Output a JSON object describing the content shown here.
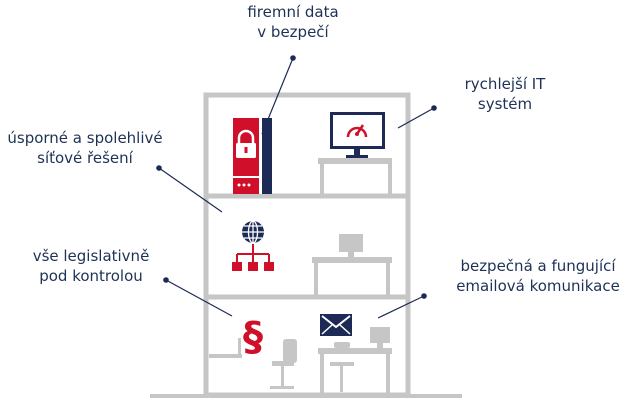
{
  "labels": {
    "data_safe": {
      "line1": "firemní data",
      "line2": "v bezpečí"
    },
    "faster_it": {
      "line1": "rychlejší IT",
      "line2": "systém"
    },
    "network": {
      "line1": "úsporné a spolehlivé",
      "line2": "síťové řešení"
    },
    "legal": {
      "line1": "vše legislativně",
      "line2": "pod kontrolou"
    },
    "email": {
      "line1": "bezpečná a fungující",
      "line2": "emailová komunikace"
    }
  },
  "icons": {
    "server": "server-lock-icon",
    "monitor": "speedometer-monitor-icon",
    "network": "globe-network-icon",
    "legal": "paragraph-icon",
    "email": "envelope-icon"
  },
  "colors": {
    "accent_red": "#d0102a",
    "navy": "#1c2a55",
    "building_gray": "#c6c6c6",
    "text": "#1e3256"
  }
}
